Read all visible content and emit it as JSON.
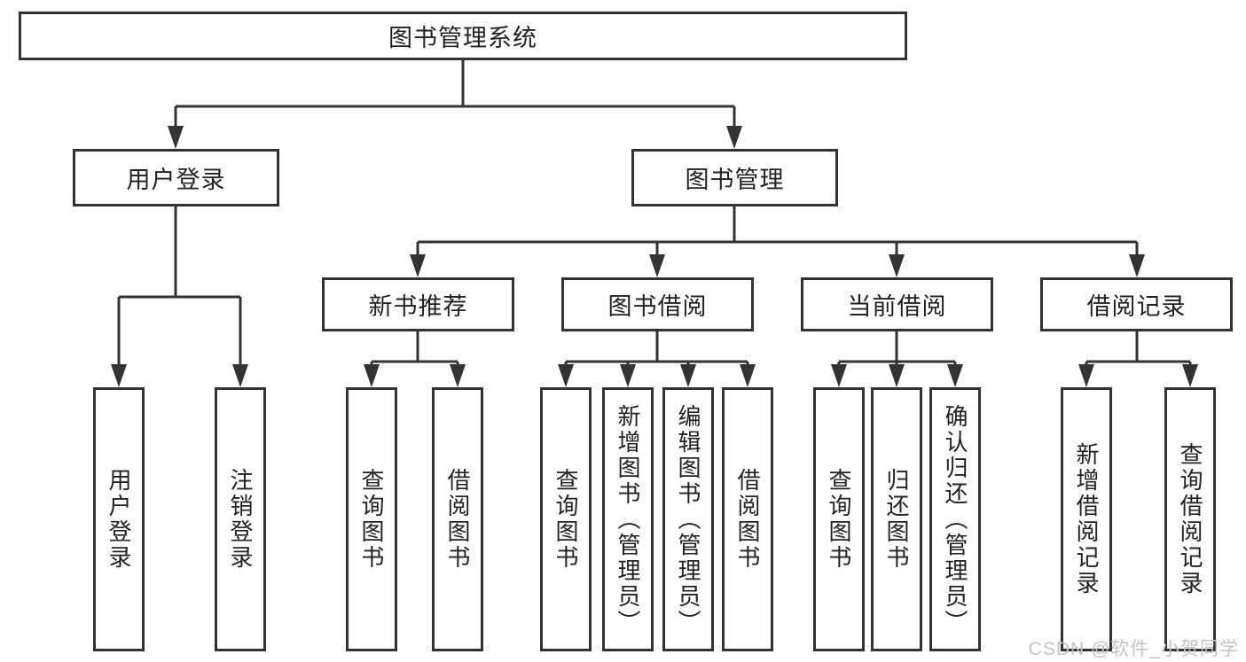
{
  "diagram": {
    "title_node": "图书管理系统",
    "level2": {
      "user_login": "用户登录",
      "book_management": "图书管理"
    },
    "level3": {
      "new_book_recommend": "新书推荐",
      "book_borrow": "图书借阅",
      "current_borrow": "当前借阅",
      "borrow_records": "借阅记录"
    },
    "leaves": {
      "user_login": "用户登录",
      "logout": "注销登录",
      "nb_query_book": "查询图书",
      "nb_borrow_book": "借阅图书",
      "bb_query_book": "查询图书",
      "bb_add_book": "新增图书（管理员）",
      "bb_edit_book": "编辑图书（管理员）",
      "bb_borrow_book": "借阅图书",
      "cb_query_book": "查询图书",
      "cb_return_book": "归还图书",
      "cb_confirm_return": "确认归还（管理员）",
      "br_add_record": "新增借阅记录",
      "br_query_record": "查询借阅记录"
    },
    "watermark": "CSDN @软件_小贺同学",
    "colors": {
      "line": "#333333",
      "box_border": "#333333",
      "text": "#222222",
      "watermark": "#c4c4c4",
      "background": "#ffffff"
    }
  }
}
